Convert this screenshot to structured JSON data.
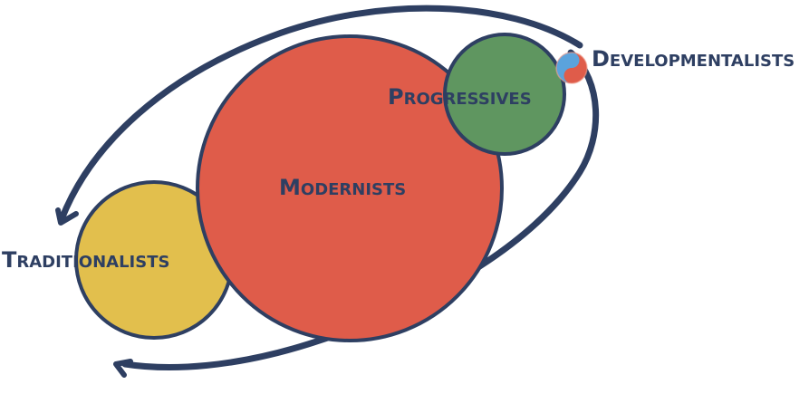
{
  "diagram": {
    "type": "cycle-of-groups",
    "colors": {
      "outline": "#2e3f62",
      "traditionalists": "#e2bf4d",
      "modernists": "#df5c4a",
      "progressives": "#5f9660",
      "developmentalists_blue": "#5ba3dc",
      "developmentalists_red": "#df5c4a",
      "label_text": "#2e3f62"
    },
    "groups": [
      {
        "id": "traditionalists",
        "label": "Traditionalists",
        "label_first": "T",
        "label_rest": "RADITIONALISTS"
      },
      {
        "id": "modernists",
        "label": "Modernists",
        "label_first": "M",
        "label_rest": "ODERNISTS"
      },
      {
        "id": "progressives",
        "label": "Progressives",
        "label_first": "P",
        "label_rest": "ROGRESSIVES"
      },
      {
        "id": "developmentalists",
        "label": "Developmentalists",
        "label_first": "D",
        "label_rest": "EVELOPMENTALISTS",
        "icon": "yin-yang-icon"
      }
    ],
    "arrows": [
      {
        "name": "upper-arrow",
        "from": "developmentalists",
        "to": "traditionalists"
      },
      {
        "name": "lower-arrow",
        "from": "developmentalists",
        "to": "traditionalists"
      }
    ]
  }
}
